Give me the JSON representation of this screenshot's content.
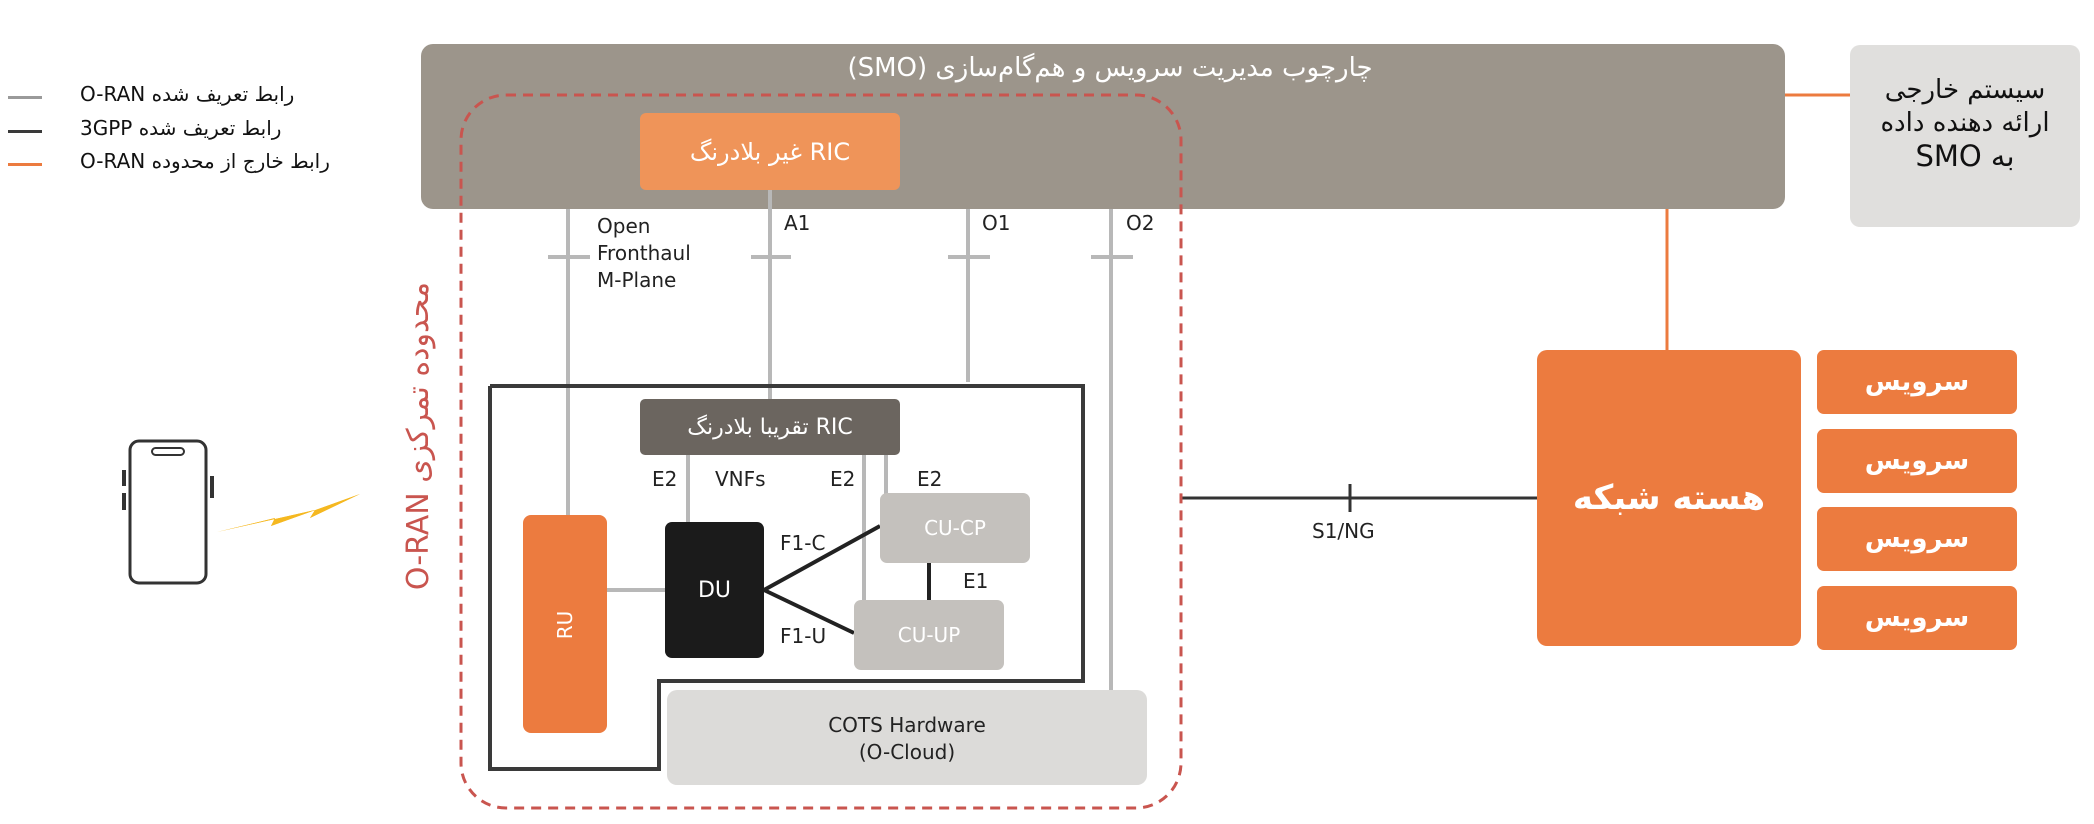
{
  "legend": [
    {
      "label": "رابط تعریف شده O-RAN",
      "color": "#9a9a9a"
    },
    {
      "label": "رابط تعریف شده 3GPP",
      "color": "#3a3a3a"
    },
    {
      "label": "رابط خارج از محدوده O-RAN",
      "color": "#ec7b3f"
    }
  ],
  "smo": {
    "title": "چارچوب مدیریت سرویس و هم‌گام‌سازی (SMO)"
  },
  "external_system": {
    "line1": "سیستم خارجی",
    "line2": "ارائه دهنده داده",
    "line3": "به SMO"
  },
  "non_rt_ric": "RIC غیر بلادرنگ",
  "near_rt_ric": "RIC تقریبا بلادرنگ",
  "focus_area_label": "محدوده تمرکزی O-RAN",
  "interfaces": {
    "fronthaul_line1": "Open",
    "fronthaul_line2": "Fronthaul",
    "fronthaul_line3": "M-Plane",
    "a1": "A1",
    "o1": "O1",
    "o2": "O2",
    "e2_du": "E2",
    "vnfs": "VNFs",
    "e2_cucp_a": "E2",
    "e2_cucp_b": "E2",
    "f1c": "F1-C",
    "f1u": "F1-U",
    "e1": "E1",
    "s1ng": "S1/NG"
  },
  "nodes": {
    "ru": "RU",
    "du": "DU",
    "cu_cp": "CU-CP",
    "cu_up": "CU-UP"
  },
  "cots": {
    "line1": "COTS Hardware",
    "line2": "(O-Cloud)"
  },
  "core_network": "هسته شبکه",
  "services": [
    "سرویس",
    "سرویس",
    "سرویس",
    "سرویس"
  ],
  "colors": {
    "orange": "#ec7b3f",
    "smo_gray": "#9c958b",
    "oran_line": "#b8b8b8",
    "gpp_line": "#3a3a3a",
    "dashed_border": "#c9554f"
  }
}
